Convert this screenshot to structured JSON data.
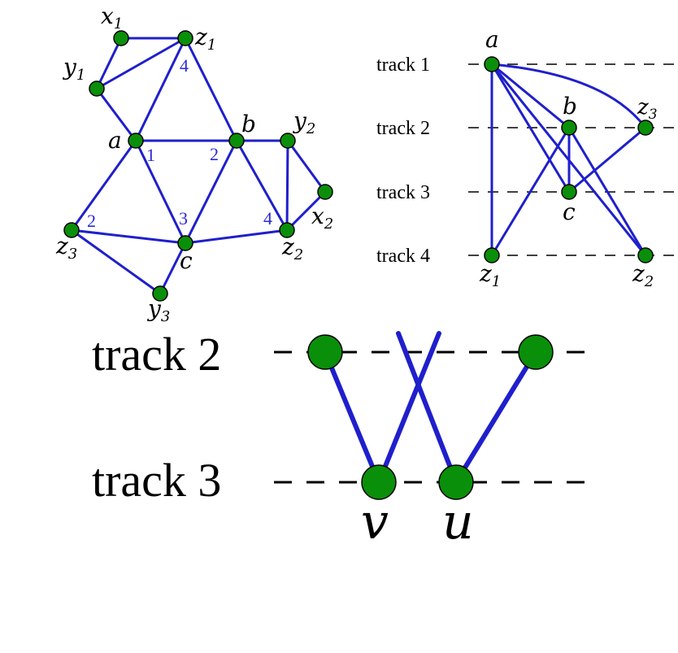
{
  "graph": {
    "vertices": {
      "x1": {
        "name": "x",
        "sub": "1"
      },
      "z1": {
        "name": "z",
        "sub": "1"
      },
      "y1": {
        "name": "y",
        "sub": "1"
      },
      "a": {
        "name": "a",
        "sub": ""
      },
      "b": {
        "name": "b",
        "sub": ""
      },
      "y2": {
        "name": "y",
        "sub": "2"
      },
      "x2": {
        "name": "x",
        "sub": "2"
      },
      "z3": {
        "name": "z",
        "sub": "3"
      },
      "c": {
        "name": "c",
        "sub": ""
      },
      "z2": {
        "name": "z",
        "sub": "2"
      },
      "y3": {
        "name": "y",
        "sub": "3"
      }
    },
    "angle_labels": {
      "z1": "4",
      "a": "1",
      "b": "2",
      "z3": "2",
      "c": "3",
      "z2": "4"
    }
  },
  "tracks": {
    "t1": "track 1",
    "t2": "track 2",
    "t3": "track 3",
    "t4": "track 4",
    "vertices": {
      "a": {
        "name": "a",
        "sub": ""
      },
      "b": {
        "name": "b",
        "sub": ""
      },
      "z3": {
        "name": "z",
        "sub": "3"
      },
      "c": {
        "name": "c",
        "sub": ""
      },
      "z1": {
        "name": "z",
        "sub": "1"
      },
      "z2": {
        "name": "z",
        "sub": "2"
      }
    }
  },
  "crossing": {
    "t2": "track 2",
    "t3": "track 3",
    "v": "v",
    "u": "u"
  },
  "colors": {
    "edge": "#1f1fcc",
    "node_fill": "#0a8f0a",
    "angle_label": "#2a2ad8"
  }
}
